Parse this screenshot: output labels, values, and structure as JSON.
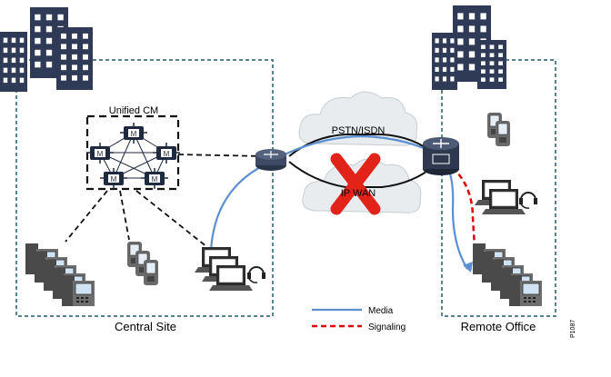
{
  "labels": {
    "central_site": "Central Site",
    "remote_office": "Remote Office",
    "unified_cm": "Unified CM",
    "pstn": "PSTN/ISDN",
    "ip_wan": "IP WAN",
    "figure_id": "P1087"
  },
  "legend": {
    "media": "Media",
    "signaling": "Signaling"
  },
  "colors": {
    "media": "#5b8fd0",
    "signaling": "#e00000",
    "site_border": "#1e5a6e",
    "building": "#2f3a57",
    "cloud": "#e9ecef",
    "x_mark": "#e2231a"
  },
  "icons": {
    "buildings": "office-building-icon",
    "call_manager": "call-manager-server-icon",
    "router": "router-icon",
    "ip_phone": "ip-phone-icon",
    "pda_phone": "wireless-phone-icon",
    "laptop": "laptop-softphone-icon",
    "headset": "headset-icon"
  }
}
